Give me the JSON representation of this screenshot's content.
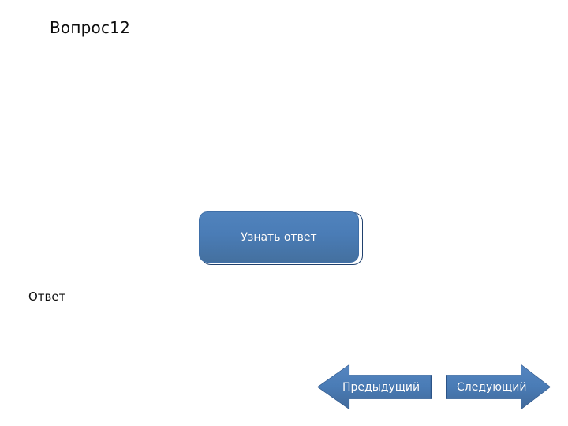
{
  "slide": {
    "title": "Вопрос12",
    "answer_label": "Ответ",
    "background_color": "#FFFFFF",
    "text_color": "#0D0D0D"
  },
  "reveal_button": {
    "label": "Узнать ответ",
    "fill_color": "#4A7CB6",
    "outline_color": "#20416E",
    "text_color": "#FFFFFF"
  },
  "navigation": {
    "previous": {
      "label": "Предыдущий",
      "direction": "left",
      "fill_color": "#4A7CB6",
      "outline_color": "#2B5387",
      "text_color": "#FFFFFF"
    },
    "next": {
      "label": "Следующий",
      "direction": "right",
      "fill_color": "#4A7CB6",
      "outline_color": "#2B5387",
      "text_color": "#FFFFFF"
    }
  }
}
